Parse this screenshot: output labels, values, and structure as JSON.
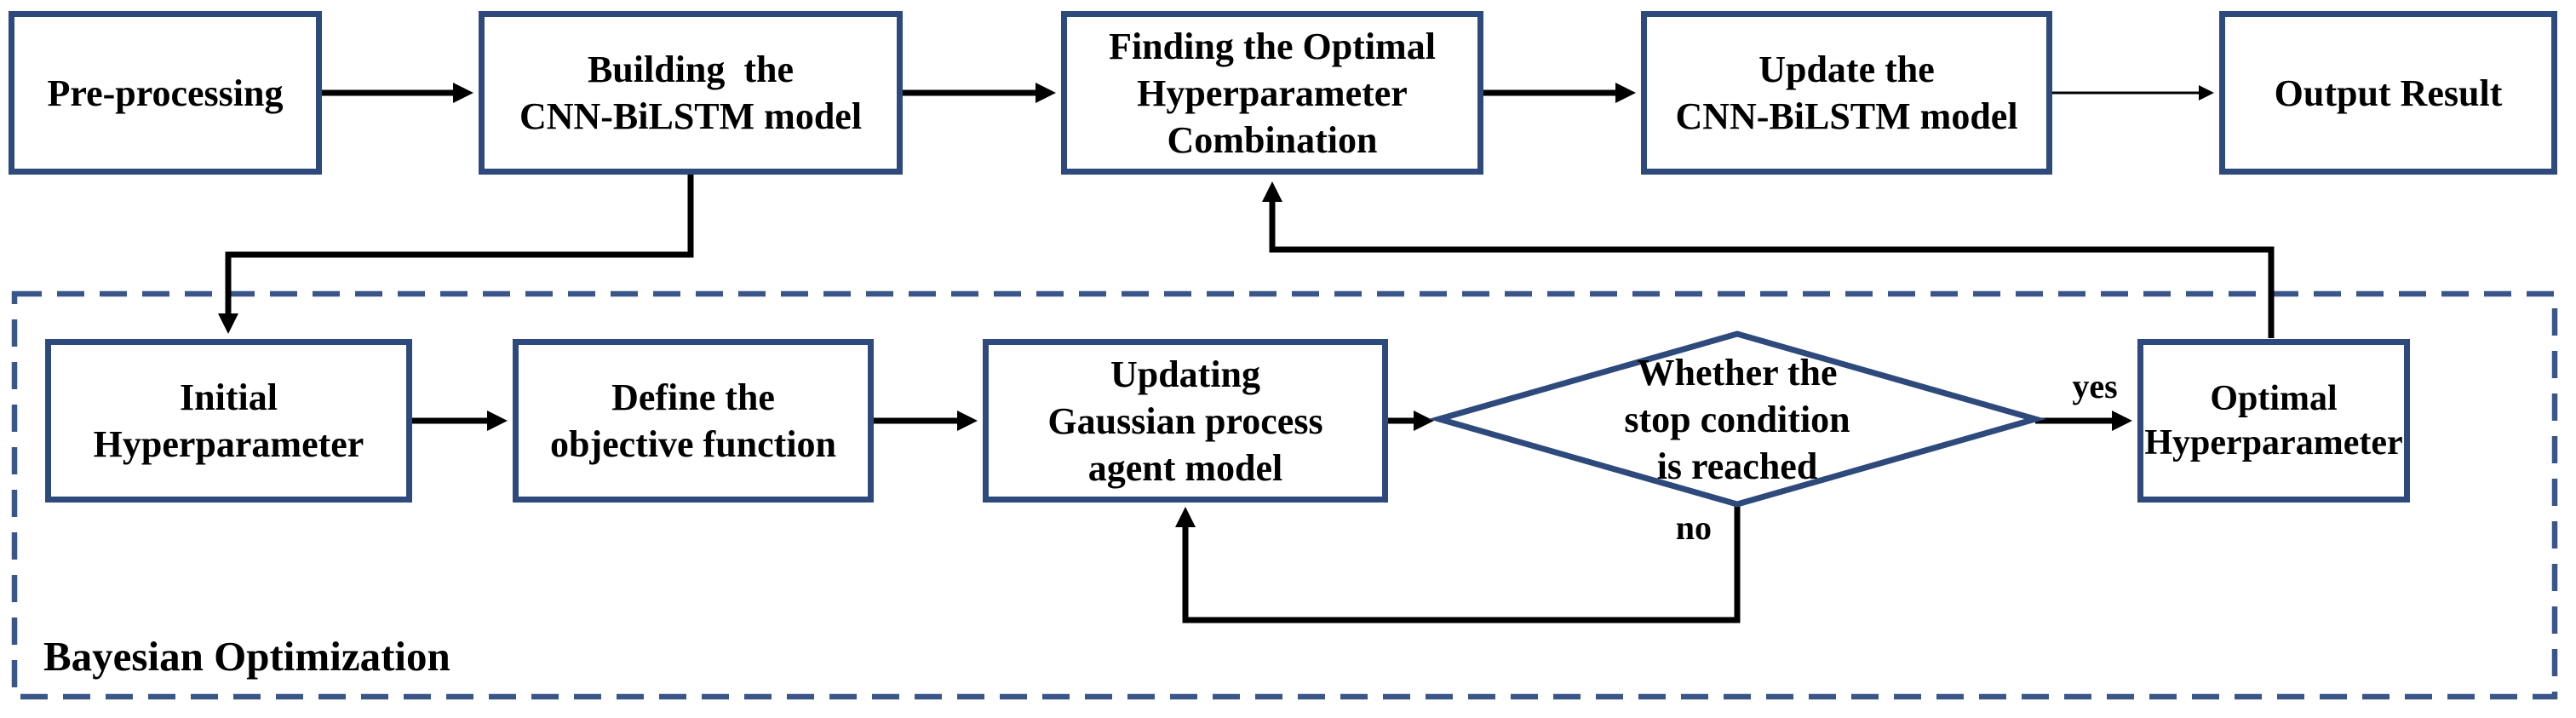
{
  "diagram_title": "CNN-BiLSTM with Bayesian Optimization flowchart",
  "colors": {
    "box_border": "#2e4a7c",
    "dashed_container_border": "#3a5688",
    "arrow": "#000000",
    "text": "#000000",
    "background": "#ffffff"
  },
  "boxes": {
    "preprocessing": {
      "lines": [
        "Pre-processing"
      ]
    },
    "building": {
      "lines": [
        "Building  the",
        "CNN-BiLSTM model"
      ]
    },
    "finding": {
      "lines": [
        "Finding the Optimal",
        "Hyperparameter",
        "Combination"
      ]
    },
    "update": {
      "lines": [
        "Update the",
        "CNN-BiLSTM model"
      ]
    },
    "output": {
      "lines": [
        "Output Result"
      ]
    },
    "initial": {
      "lines": [
        "Initial",
        "Hyperparameter"
      ]
    },
    "define": {
      "lines": [
        "Define the",
        "objective function"
      ]
    },
    "updating": {
      "lines": [
        "Updating",
        "Gaussian process",
        "agent model"
      ]
    },
    "decision": {
      "lines": [
        "Whether the",
        "stop condition",
        "is reached"
      ]
    },
    "optimal": {
      "lines": [
        "Optimal",
        "Hyperparameter"
      ]
    }
  },
  "edge_labels": {
    "yes": "yes",
    "no": "no"
  },
  "container_label": "Bayesian Optimization"
}
